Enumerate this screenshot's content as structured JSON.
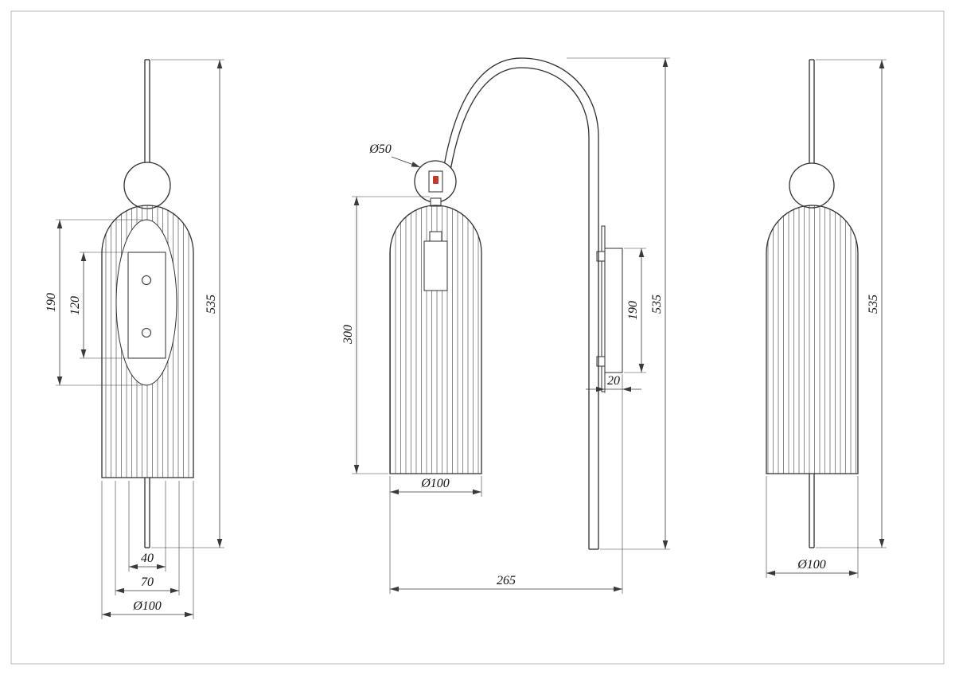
{
  "colors": {
    "accent_red": "#c0392b"
  },
  "views": {
    "front": {
      "dims": {
        "backplate_height": "190",
        "hole_spacing": "120",
        "overall_height": "535",
        "stem_width": "40",
        "neck_width": "70",
        "shade_diameter": "Ø100"
      }
    },
    "side": {
      "dims": {
        "ball_diameter": "Ø50",
        "shade_height": "300",
        "shade_diameter": "Ø100",
        "projection": "265",
        "plate_depth": "20",
        "plate_height": "190",
        "overall_height": "535"
      }
    },
    "back": {
      "dims": {
        "overall_height": "535",
        "shade_diameter": "Ø100"
      }
    }
  }
}
